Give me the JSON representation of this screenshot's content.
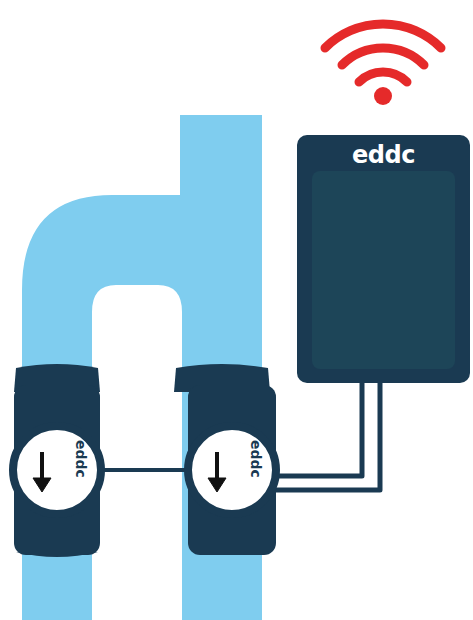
{
  "diagram": {
    "nodes": [
      {
        "text": [
          "eddc"
        ]
      },
      {
        "text": [
          "eddc"
        ]
      },
      {
        "text": [
          "eddc"
        ]
      }
    ],
    "edges": [
      {
        "from": 1,
        "to": 2,
        "arrow": "none"
      },
      {
        "from": 2,
        "to": 0,
        "arrow": "none"
      },
      {
        "from": 2,
        "to": 0,
        "arrow": "none"
      }
    ]
  }
}
